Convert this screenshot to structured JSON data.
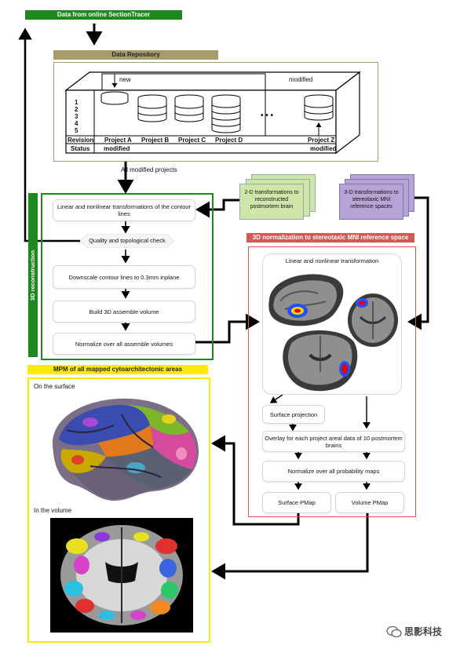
{
  "top_header": "Data from online SectionTracer",
  "repository": {
    "header": "Data Repository",
    "new_label": "new",
    "modified_label": "modified",
    "revisions": [
      "1",
      "2",
      "3",
      "4",
      "5"
    ],
    "row_revision": "Revision",
    "row_status": "Status",
    "projects": [
      "Project A",
      "Project B",
      "Project C",
      "Project D",
      "Project Z"
    ],
    "ellipsis": "• • •",
    "status_a": "modified",
    "status_z": "modified"
  },
  "all_modified": "All modified projects",
  "reconstruction": {
    "side_label": "3D reconstruction",
    "steps": [
      "Linear and nonlinear transformations of the contour lines",
      "Quality and topological check",
      "Downscale contour lines to 0.3mm inplane",
      "Build 3D assemble volume",
      "Normalize over all assemble volumes"
    ]
  },
  "cards": {
    "two_d": "2-D transformations to reconstructed postmortem brain",
    "three_d": "3-D transformations to stereotaxic MNI reference spaces"
  },
  "normalization": {
    "header": "3D normalization to stereotaxic MNI reference space",
    "panel_label": "Linear and nonlinear transformation",
    "surface_projection": "Surface projection",
    "overlay": "Overlay for each project areal data of 10 postmortem brains",
    "normalize_maps": "Normalize over all probability maps",
    "surface_pmap": "Surface PMap",
    "volume_pmap": "Volume PMap"
  },
  "mpm": {
    "header": "MPM of all mapped cytoarchitectonic areas",
    "surface_label": "On the surface",
    "volume_label": "In the volume"
  },
  "watermark": "思影科技",
  "colors": {
    "green": "#1e8a1e",
    "olive": "#a69b6a",
    "red": "#d25a55",
    "yellow": "#ffeb00",
    "card_2d": "#cfe6a8",
    "card_3d": "#b7a3d6"
  }
}
